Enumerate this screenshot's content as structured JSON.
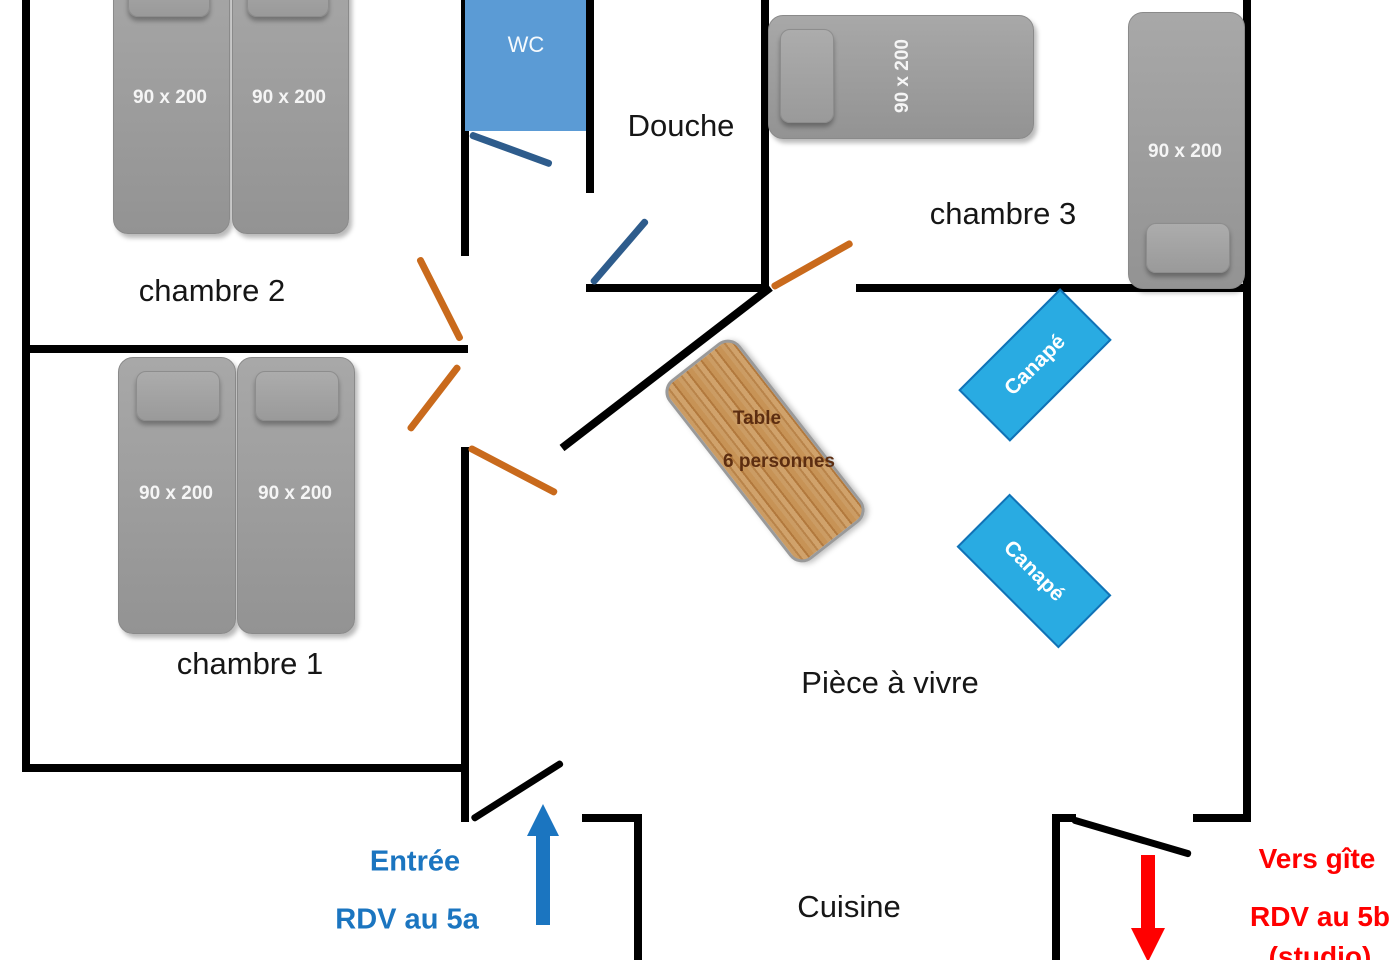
{
  "rooms": {
    "chambre1": {
      "label": "chambre 1"
    },
    "chambre2": {
      "label": "chambre 2"
    },
    "chambre3": {
      "label": "chambre 3"
    },
    "douche": {
      "label": "Douche"
    },
    "wc": {
      "label": "WC"
    },
    "piece_a_vivre": {
      "label": "Pièce à vivre"
    },
    "cuisine": {
      "label": "Cuisine"
    }
  },
  "furniture": {
    "bed_size": "90 x 200",
    "sofa": "Canapé",
    "table_line1": "Table",
    "table_line2": "6 personnes"
  },
  "annotations": {
    "entrance_line1": "Entrée",
    "entrance_line2": "RDV au 5a",
    "exit_line1": "Vers gîte",
    "exit_line2": "RDV au 5b",
    "exit_line3": "(studio)"
  },
  "colors": {
    "wall": "#000000",
    "wc_fill": "#5B9BD5",
    "sofa_fill": "#29ABE2",
    "sofa_border": "#1272B6",
    "door_orange": "#C96A1C",
    "door_blue": "#2E5C8C",
    "entrance_blue": "#1B75C0",
    "exit_red": "#FF0000",
    "table_text": "#5C2D11"
  }
}
